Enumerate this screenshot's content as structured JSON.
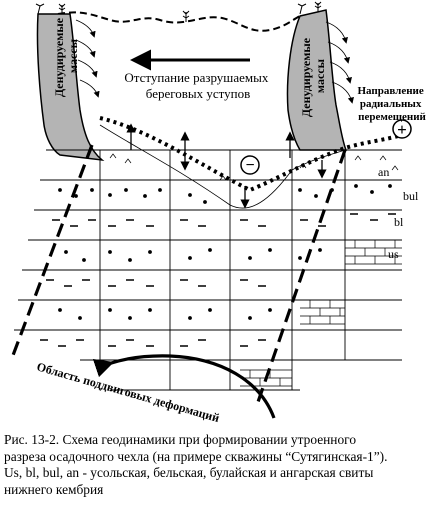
{
  "diagram": {
    "labels": {
      "denudation_left_line1": "Денудируемые",
      "denudation_left_line2": "массы",
      "denudation_right_line1": "Денудируемые",
      "denudation_right_line2": "массы",
      "retreat_line1": "Отступание разрушаемых",
      "retreat_line2": "береговых уступов",
      "radial_line1": "Направление",
      "radial_line2": "радиальных",
      "radial_line3": "перемещений",
      "subduction_zone": "Область поддвиговых деформаций",
      "layer_an": "an",
      "layer_bul": "bul",
      "layer_bl": "bl",
      "layer_us": "us",
      "minus_sign": "−",
      "plus_sign": "+"
    },
    "colors": {
      "denudation_fill": "#b4b4b4",
      "line": "#000000",
      "background": "#ffffff"
    }
  },
  "caption": {
    "line1": "Рис. 13-2. Схема геодинамики при формировании утроенного",
    "line2": "разреза осадочного чехла (на примере скважины “Сутягинская-1”).",
    "line3": "Us, bl, bul, an - усольская, бельская, булайская и ангарская свиты",
    "line4": "нижнего кембрия"
  }
}
